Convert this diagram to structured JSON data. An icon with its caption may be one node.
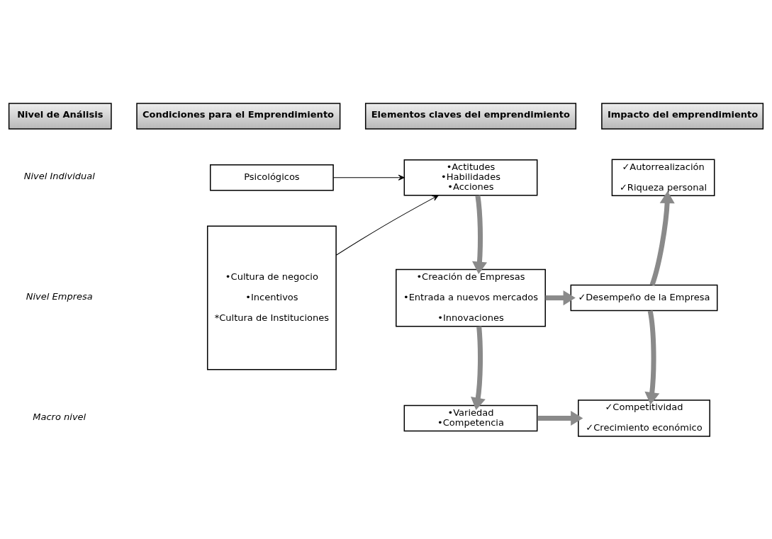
{
  "diagram": {
    "nodes": [
      {
        "text": [
          "Nivel de Análisis"
        ]
      },
      {
        "text": [
          "Condiciones para el Emprendimiento"
        ]
      },
      {
        "text": [
          "Elementos claves del emprendimiento"
        ]
      },
      {
        "text": [
          "Impacto del emprendimiento"
        ]
      },
      {
        "text": [
          "Psicológicos"
        ]
      },
      {
        "text": [
          "•Actitudes",
          "•Habilidades",
          "•Acciones"
        ]
      },
      {
        "text": [
          "✓Autorrealización",
          "✓Riqueza personal"
        ]
      },
      {
        "text": [
          "•Cultura de negocio",
          "•Incentivos",
          "*Cultura de Instituciones"
        ]
      },
      {
        "text": [
          "•Creación de Empresas",
          "•Entrada a nuevos mercados",
          "•Innovaciones"
        ]
      },
      {
        "text": [
          "✓Desempeño de la Empresa"
        ]
      },
      {
        "text": [
          "•Variedad",
          "•Competencia"
        ]
      },
      {
        "text": [
          "✓Competitividad",
          "✓Crecimiento económico"
        ]
      }
    ],
    "edges": [
      {
        "from": 4,
        "to": 5,
        "arrow": "to",
        "color": "#000000"
      },
      {
        "from": 7,
        "to": 5,
        "arrow": "to",
        "color": "#000000"
      },
      {
        "from": 5,
        "to": 8,
        "arrow": "to"
      },
      {
        "from": 8,
        "to": 10,
        "arrow": "to"
      },
      {
        "from": 8,
        "to": 9,
        "arrow": "to"
      },
      {
        "from": 9,
        "to": 6,
        "arrow": "to"
      },
      {
        "from": 9,
        "to": 11,
        "arrow": "to"
      },
      {
        "from": 10,
        "to": 11,
        "arrow": "to"
      }
    ],
    "labels": [
      "Nivel Individual",
      "Nivel Empresa",
      "Macro nivel"
    ]
  }
}
